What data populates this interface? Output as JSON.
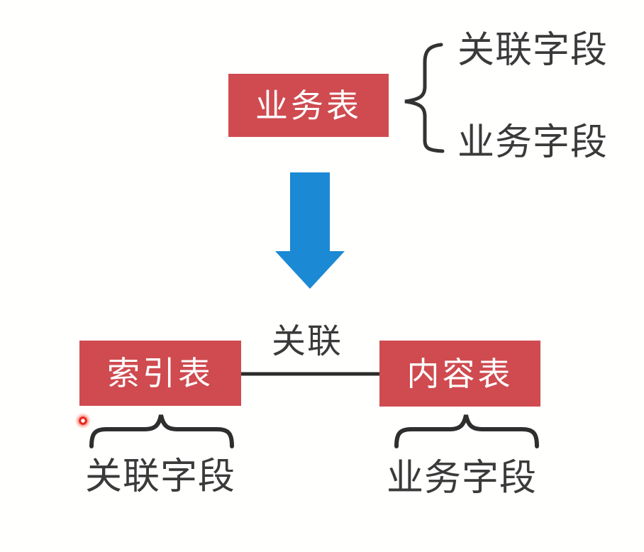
{
  "page": {
    "kind": "presentation-slide-diagram",
    "background": "#fffffe"
  },
  "colors": {
    "table_box_red": "#cf4b50",
    "box_text_white": "#ffffff",
    "arrow_blue": "#1b89d4",
    "label_text_dark": "#3a3a3a",
    "stroke_dark": "#2e2e2e",
    "laser_dot_red": "#e8281c"
  },
  "icons": {
    "top_brace": "{",
    "bottom_left_brace": "⏞",
    "bottom_right_brace": "⏞",
    "down_arrow": "⬇",
    "laser_pointer_dot": "●"
  },
  "top_section": {
    "table_label": "业务表",
    "fields": [
      {
        "label": "关联字段"
      },
      {
        "label": "业务字段"
      }
    ]
  },
  "bottom_section": {
    "relation_label": "关联",
    "left_table": {
      "table_label": "索引表",
      "field_label": "关联字段"
    },
    "right_table": {
      "table_label": "内容表",
      "field_label": "业务字段"
    }
  }
}
